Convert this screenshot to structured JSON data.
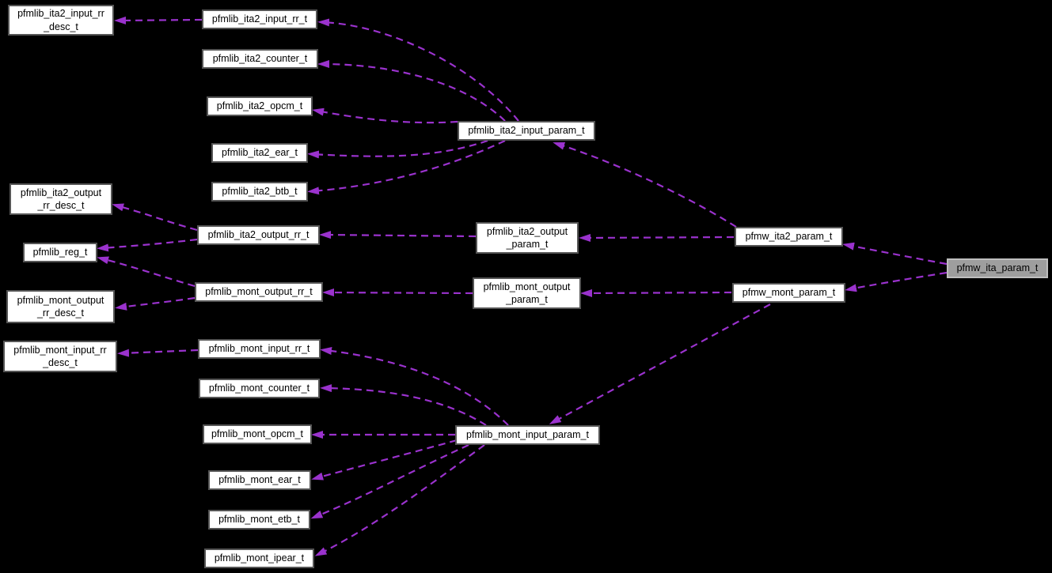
{
  "diagram": {
    "title": "Collaboration graph for pfmw_ita_param_t",
    "background_color": "#000000",
    "edge_color": "#9a32cd",
    "node_fill": "#ffffff",
    "node_border": "#555555",
    "node_text_color": "#000000",
    "selected_node_fill": "#9e9e9e",
    "selected_node_border": "#bebebe",
    "selected_node": "pfmw_ita_param",
    "nodes": {
      "ita2_input_rr_desc": {
        "label": "pfmlib_ita2_input_rr\n_desc_t"
      },
      "ita2_input_rr": {
        "label": "pfmlib_ita2_input_rr_t"
      },
      "ita2_counter": {
        "label": "pfmlib_ita2_counter_t"
      },
      "ita2_opcm": {
        "label": "pfmlib_ita2_opcm_t"
      },
      "ita2_ear": {
        "label": "pfmlib_ita2_ear_t"
      },
      "ita2_btb": {
        "label": "pfmlib_ita2_btb_t"
      },
      "ita2_input_param": {
        "label": "pfmlib_ita2_input_param_t"
      },
      "ita2_output_rr_desc": {
        "label": "pfmlib_ita2_output\n_rr_desc_t"
      },
      "ita2_output_rr": {
        "label": "pfmlib_ita2_output_rr_t"
      },
      "reg": {
        "label": "pfmlib_reg_t"
      },
      "ita2_output_param": {
        "label": "pfmlib_ita2_output\n_param_t"
      },
      "pfmw_ita2_param": {
        "label": "pfmw_ita2_param_t"
      },
      "pfmw_ita_param": {
        "label": "pfmw_ita_param_t"
      },
      "pfmw_mont_param": {
        "label": "pfmw_mont_param_t"
      },
      "mont_output_param": {
        "label": "pfmlib_mont_output\n_param_t"
      },
      "mont_output_rr": {
        "label": "pfmlib_mont_output_rr_t"
      },
      "mont_output_rr_desc": {
        "label": "pfmlib_mont_output\n_rr_desc_t"
      },
      "mont_input_rr_desc": {
        "label": "pfmlib_mont_input_rr\n_desc_t"
      },
      "mont_input_rr": {
        "label": "pfmlib_mont_input_rr_t"
      },
      "mont_counter": {
        "label": "pfmlib_mont_counter_t"
      },
      "mont_opcm": {
        "label": "pfmlib_mont_opcm_t"
      },
      "mont_input_param": {
        "label": "pfmlib_mont_input_param_t"
      },
      "mont_ear": {
        "label": "pfmlib_mont_ear_t"
      },
      "mont_etb": {
        "label": "pfmlib_mont_etb_t"
      },
      "mont_ipear": {
        "label": "pfmlib_mont_ipear_t"
      }
    },
    "edges": [
      {
        "from": "ita2_input_rr",
        "to": "ita2_input_rr_desc"
      },
      {
        "from": "ita2_input_param",
        "to": "ita2_input_rr"
      },
      {
        "from": "ita2_input_param",
        "to": "ita2_counter"
      },
      {
        "from": "ita2_input_param",
        "to": "ita2_opcm"
      },
      {
        "from": "ita2_input_param",
        "to": "ita2_ear"
      },
      {
        "from": "ita2_input_param",
        "to": "ita2_btb"
      },
      {
        "from": "pfmw_ita2_param",
        "to": "ita2_input_param"
      },
      {
        "from": "ita2_output_rr",
        "to": "ita2_output_rr_desc"
      },
      {
        "from": "ita2_output_rr",
        "to": "reg"
      },
      {
        "from": "mont_output_rr",
        "to": "reg"
      },
      {
        "from": "ita2_output_param",
        "to": "ita2_output_rr"
      },
      {
        "from": "pfmw_ita2_param",
        "to": "ita2_output_param"
      },
      {
        "from": "pfmw_ita_param",
        "to": "pfmw_ita2_param"
      },
      {
        "from": "pfmw_ita_param",
        "to": "pfmw_mont_param"
      },
      {
        "from": "pfmw_mont_param",
        "to": "mont_output_param"
      },
      {
        "from": "mont_output_param",
        "to": "mont_output_rr"
      },
      {
        "from": "mont_output_rr",
        "to": "mont_output_rr_desc"
      },
      {
        "from": "mont_input_rr",
        "to": "mont_input_rr_desc"
      },
      {
        "from": "mont_input_param",
        "to": "mont_input_rr"
      },
      {
        "from": "mont_input_param",
        "to": "mont_counter"
      },
      {
        "from": "mont_input_param",
        "to": "mont_opcm"
      },
      {
        "from": "mont_input_param",
        "to": "mont_ear"
      },
      {
        "from": "mont_input_param",
        "to": "mont_etb"
      },
      {
        "from": "mont_input_param",
        "to": "mont_ipear"
      },
      {
        "from": "pfmw_mont_param",
        "to": "mont_input_param"
      }
    ]
  }
}
